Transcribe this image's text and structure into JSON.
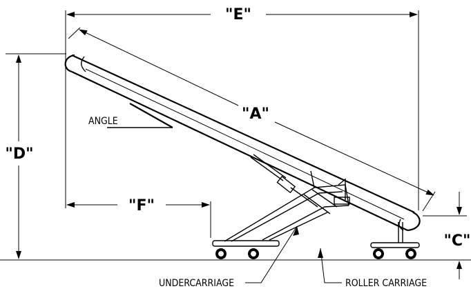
{
  "dimensions": {
    "a": "\"A\"",
    "c": "\"C\"",
    "d": "\"D\"",
    "e": "\"E\"",
    "f": "\"F\""
  },
  "labels": {
    "angle": "ANGLE",
    "undercarriage": "UNDERCARRIAGE",
    "roller_carriage": "ROLLER CARRIAGE"
  }
}
